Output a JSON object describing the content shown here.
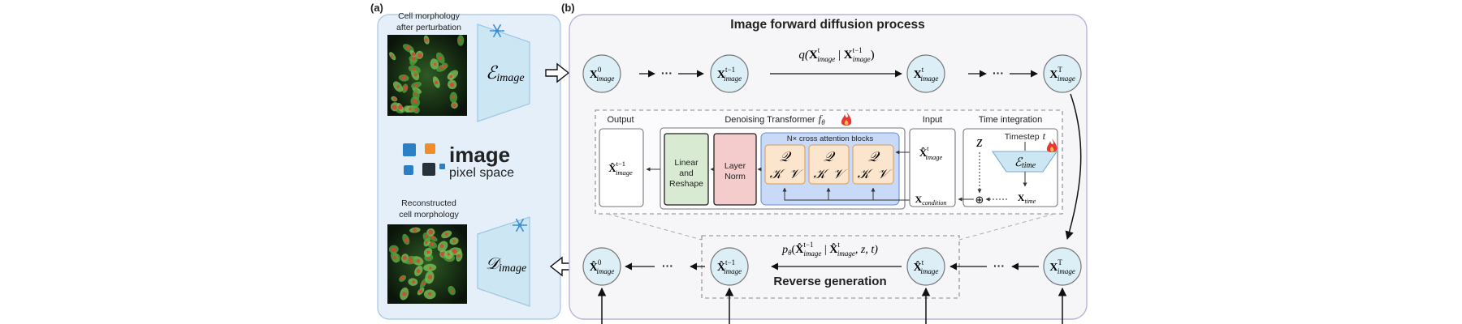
{
  "panel_a": {
    "label": "(a)",
    "top_caption_line1": "Cell morphology",
    "top_caption_line2": "after perturbation",
    "encoder": "ℰ",
    "encoder_sub": "image",
    "bottom_caption_line1": "Reconstructed",
    "bottom_caption_line2": "cell morphology",
    "decoder": "𝒟",
    "decoder_sub": "image",
    "logo_word": "image",
    "logo_sub": "pixel space"
  },
  "panel_b": {
    "label": "(b)",
    "title": "Image forward diffusion process",
    "forward_nodes": [
      {
        "base": "X",
        "sup": "0",
        "sub": "image"
      },
      {
        "base": "X",
        "sup": "t−1",
        "sub": "image"
      },
      {
        "base": "X",
        "sup": "t",
        "sub": "image"
      },
      {
        "base": "X",
        "sup": "T",
        "sub": "image"
      }
    ],
    "forward_eq": "q(Xᵗ_image | Xᵗ⁻¹_image)",
    "forward_eq_parts": {
      "q": "q(",
      "x1": "X",
      "x1_sup": "t",
      "x1_sub": "image",
      "bar": " | ",
      "x2": "X",
      "x2_sup": "t−1",
      "x2_sub": "image",
      "close": ")"
    },
    "reverse_nodes": [
      {
        "base": "X̂",
        "sup": "0",
        "sub": "image"
      },
      {
        "base": "X̂",
        "sup": "t−1",
        "sub": "image"
      },
      {
        "base": "X̂",
        "sup": "t",
        "sub": "image"
      },
      {
        "base": "X",
        "sup": "T",
        "sub": "image"
      }
    ],
    "reverse_eq_parts": {
      "p": "p",
      "p_sub": "θ",
      "open": "(",
      "x1": "X̂",
      "x1_sup": "t−1",
      "x1_sub": "image",
      "bar": " | ",
      "x2": "X̂",
      "x2_sup": "t",
      "x2_sub": "image",
      "rest": ", z, t)"
    },
    "reverse_title": "Reverse generation",
    "dots": "···"
  },
  "transformer": {
    "output_label": "Output",
    "output_node": {
      "base": "X̂",
      "sup": "t−1",
      "sub": "image"
    },
    "title": "Denoising Transformer",
    "title_sym": "f",
    "title_sym_sub": "θ",
    "linear_line1": "Linear",
    "linear_line2": "and",
    "linear_line3": "Reshape",
    "norm_line1": "Layer",
    "norm_line2": "Norm",
    "blocks_label": "N× cross attention blocks",
    "block_q": "𝒬",
    "block_k": "𝒦",
    "block_v": "𝒱",
    "input_label": "Input",
    "input_node": {
      "base": "X̂",
      "sup": "t",
      "sub": "image"
    },
    "condition": {
      "base": "X",
      "sub": "condition"
    },
    "time_label": "Time integration",
    "timestep_label": "Timestep",
    "timestep_sym": "t",
    "z_sym": "z",
    "time_enc": "ℰ",
    "time_enc_sub": "time",
    "time_out": {
      "base": "X",
      "sub": "time"
    },
    "oplus": "⊕"
  },
  "colors": {
    "panel_a_bg": "#e4effa",
    "panel_b_bg": "#f6f6f9",
    "node_fill": "#dceff7",
    "trapezoid": "#cde6f4",
    "linear_fill": "#d9ead3",
    "norm_fill": "#f4cccc",
    "blocks_bg": "#c9daf8",
    "block_fill": "#fce5cd",
    "flame": "#e53935",
    "snow": "#3d8fd6"
  },
  "icons": {
    "snowflake": "snowflake-icon",
    "flame": "flame-icon"
  }
}
